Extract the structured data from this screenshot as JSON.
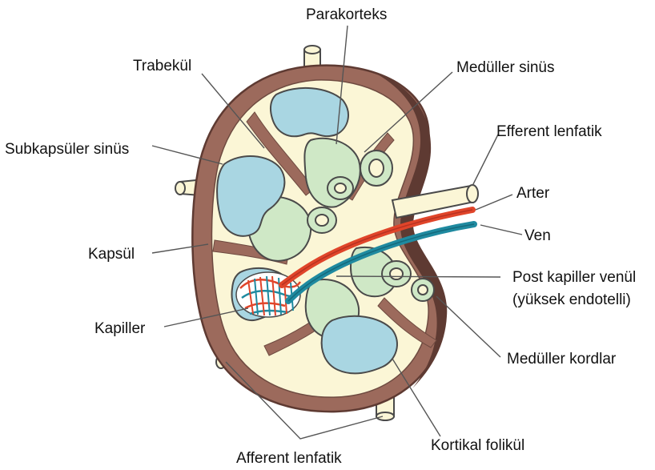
{
  "colors": {
    "capsule": "#9c6a5c",
    "capsule_dark": "#5e3a32",
    "sinus": "#fbf6d6",
    "paracortex": "#cfe8c6",
    "follicle": "#a9d6e2",
    "artery": "#e0452a",
    "vein": "#1f8aa0",
    "outline": "#4a4a4a",
    "leader_line": "#555555"
  },
  "labels": {
    "parakorteks": "Parakorteks",
    "trabekul": "Trabekül",
    "meduller_sinus": "Medüller sinüs",
    "subkapsuler_sinus": "Subkapsüler sinüs",
    "efferent_lenfatik": "Efferent lenfatik",
    "arter": "Arter",
    "ven": "Ven",
    "kapsul": "Kapsül",
    "post_kapiller_venul_line1": "Post kapiller venül",
    "post_kapiller_venul_line2": "(yüksek endotelli)",
    "kapiller": "Kapiller",
    "meduller_kordlar": "Medüller kordlar",
    "kortikal_folikul": "Kortikal folikül",
    "afferent_lenfatik": "Afferent lenfatik"
  }
}
